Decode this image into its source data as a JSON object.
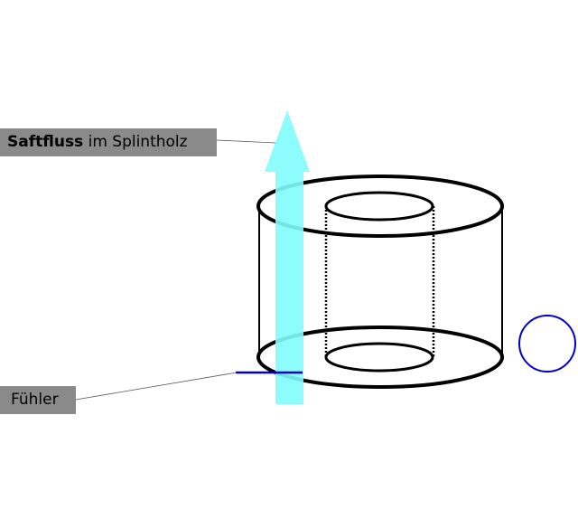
{
  "labels": {
    "sap_flow_bold": "Saftfluss",
    "sap_flow_rest": " im Splintholz",
    "sensor": "Fühler"
  },
  "colors": {
    "arrow": "#7ffcfc",
    "sensor_line": "#0000cc",
    "circle": "#0000cc",
    "label_bg": "#8a8a8a",
    "outline": "#000000"
  }
}
